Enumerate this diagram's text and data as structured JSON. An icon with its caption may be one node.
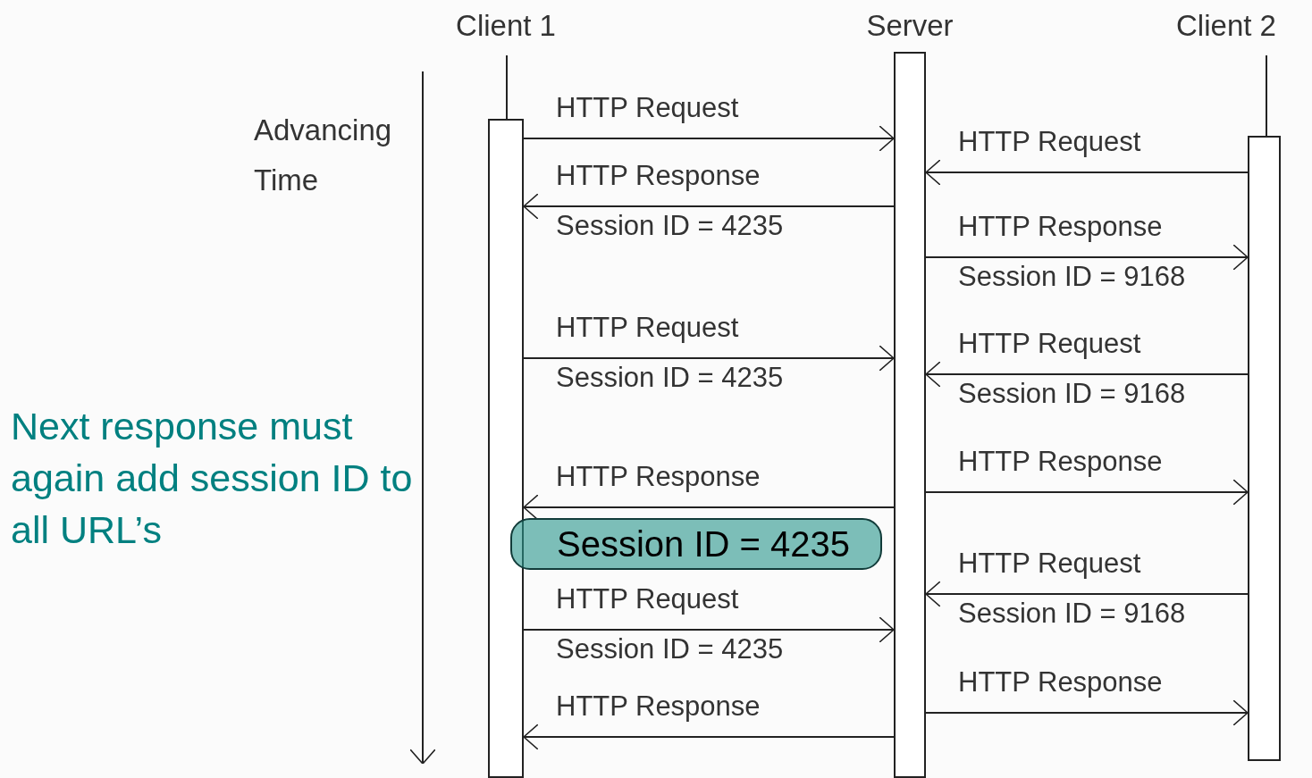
{
  "diagram": {
    "nodes": [
      {
        "text": [
          "Client 1"
        ]
      },
      {
        "text": [
          "Server"
        ]
      },
      {
        "text": [
          "Client 2"
        ]
      },
      {
        "text": [
          "Session ID = 4235"
        ]
      }
    ],
    "edges": [
      {
        "from": 0,
        "to": 1,
        "arrow": "to",
        "label": "HTTP Request"
      },
      {
        "from": 1,
        "to": 0,
        "arrow": "to",
        "label": "HTTP Response Session ID = 4235"
      },
      {
        "from": 0,
        "to": 1,
        "arrow": "to",
        "label": "HTTP Request Session ID = 4235"
      },
      {
        "from": 1,
        "to": 0,
        "arrow": "to",
        "label": "HTTP Response"
      },
      {
        "from": 0,
        "to": 1,
        "arrow": "to",
        "label": "HTTP Request Session ID = 4235"
      },
      {
        "from": 1,
        "to": 0,
        "arrow": "to",
        "label": "HTTP Response"
      },
      {
        "from": 2,
        "to": 1,
        "arrow": "to",
        "label": "HTTP Request"
      },
      {
        "from": 1,
        "to": 2,
        "arrow": "to",
        "label": "HTTP Response Session ID = 9168"
      },
      {
        "from": 2,
        "to": 1,
        "arrow": "to",
        "label": "HTTP Request Session ID = 9168"
      },
      {
        "from": 1,
        "to": 2,
        "arrow": "to",
        "label": "HTTP Response"
      },
      {
        "from": 2,
        "to": 1,
        "arrow": "to",
        "label": "HTTP Request Session ID = 9168"
      },
      {
        "from": 1,
        "to": 2,
        "arrow": "to",
        "label": "HTTP Response"
      }
    ],
    "labels": [
      "Advancing Time",
      "Next response must again add session ID to all URL’s"
    ]
  }
}
